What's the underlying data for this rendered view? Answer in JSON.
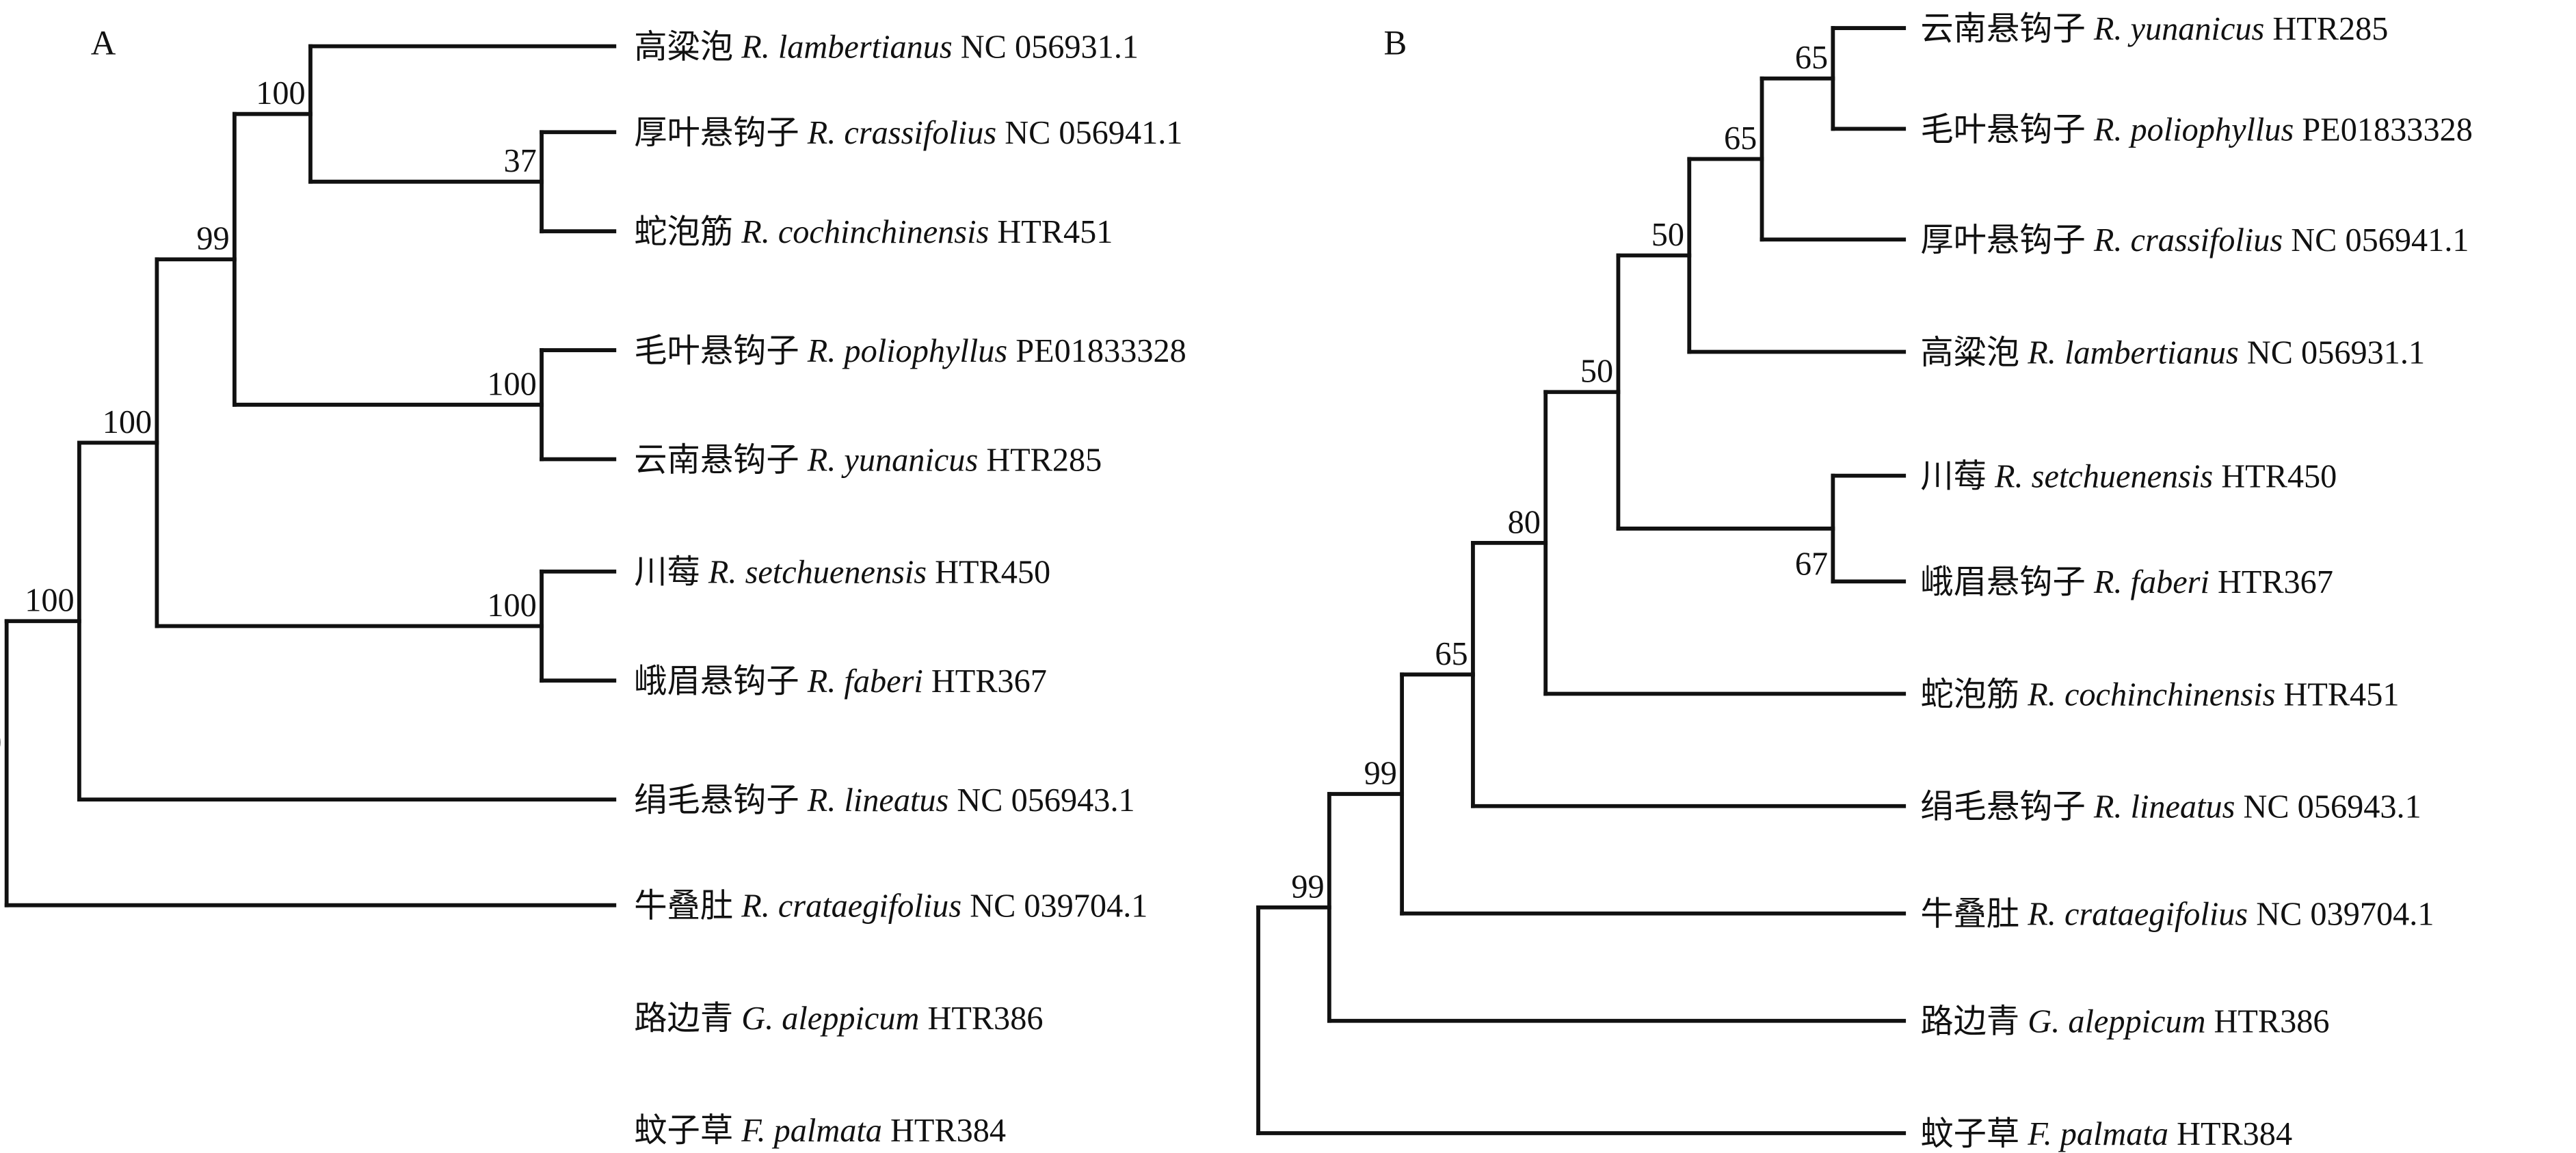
{
  "figure": {
    "line_color": "#111111",
    "panels": [
      {
        "letter": "A",
        "leaves": [
          {
            "cn": "高粱泡",
            "species": "R. lambertianus",
            "accession": "NC 056931.1"
          },
          {
            "cn": "厚叶悬钩子",
            "species": "R. crassifolius",
            "accession": "NC 056941.1"
          },
          {
            "cn": "蛇泡筋",
            "species": "R. cochinchinensis",
            "accession": "HTR451"
          },
          {
            "cn": "毛叶悬钩子",
            "species": "R. poliophyllus",
            "accession": "PE01833328"
          },
          {
            "cn": "云南悬钩子",
            "species": "R. yunanicus",
            "accession": "HTR285"
          },
          {
            "cn": "川莓",
            "species": "R. setchuenensis",
            "accession": "HTR450"
          },
          {
            "cn": "峨眉悬钩子",
            "species": "R. faberi",
            "accession": "HTR367"
          },
          {
            "cn": "绢毛悬钩子",
            "species": "R. lineatus",
            "accession": "NC 056943.1"
          },
          {
            "cn": "牛叠肚",
            "species": "R. crataegifolius",
            "accession": "NC 039704.1"
          },
          {
            "cn": "路边青",
            "species": "G. aleppicum",
            "accession": "HTR386"
          },
          {
            "cn": "蚊子草",
            "species": "F. palmata",
            "accession": "HTR384"
          }
        ],
        "tree": {
          "support": "100",
          "level": 0,
          "children": [
            {
              "support": "100",
              "level": 1,
              "children": [
                {
                  "support": "100",
                  "level": 2,
                  "children": [
                    {
                      "support": "99",
                      "level": 3,
                      "children": [
                        {
                          "support": "100",
                          "level": 4,
                          "children": [
                            {
                              "leaf": 0
                            },
                            {
                              "support": "37",
                              "level": 6,
                              "children": [
                                {
                                  "leaf": 1
                                },
                                {
                                  "leaf": 2
                                }
                              ]
                            }
                          ]
                        },
                        {
                          "support": "100",
                          "level": 6,
                          "children": [
                            {
                              "leaf": 3
                            },
                            {
                              "leaf": 4
                            }
                          ]
                        }
                      ]
                    },
                    {
                      "support": "100",
                      "level": 6,
                      "children": [
                        {
                          "leaf": 5
                        },
                        {
                          "leaf": 6
                        }
                      ]
                    }
                  ]
                },
                {
                  "leaf": 7
                }
              ]
            },
            {
              "leaf": 8
            }
          ]
        }
      },
      {
        "letter": "B",
        "leaves": [
          {
            "cn": "云南悬钩子",
            "species": "R. yunanicus",
            "accession": "HTR285"
          },
          {
            "cn": "毛叶悬钩子",
            "species": "R. poliophyllus",
            "accession": "PE01833328"
          },
          {
            "cn": "厚叶悬钩子",
            "species": "R. crassifolius",
            "accession": "NC 056941.1"
          },
          {
            "cn": "高粱泡",
            "species": "R. lambertianus",
            "accession": "NC 056931.1"
          },
          {
            "cn": "川莓",
            "species": "R. setchuenensis",
            "accession": "HTR450"
          },
          {
            "cn": "峨眉悬钩子",
            "species": "R. faberi",
            "accession": "HTR367"
          },
          {
            "cn": "蛇泡筋",
            "species": "R. cochinchinensis",
            "accession": "HTR451"
          },
          {
            "cn": "绢毛悬钩子",
            "species": "R. lineatus",
            "accession": "NC 056943.1"
          },
          {
            "cn": "牛叠肚",
            "species": "R. crataegifolius",
            "accession": "NC 039704.1"
          },
          {
            "cn": "路边青",
            "species": "G. aleppicum",
            "accession": "HTR386"
          },
          {
            "cn": "蚊子草",
            "species": "F. palmata",
            "accession": "HTR384"
          }
        ],
        "tree": {
          "support": "",
          "level": 0,
          "children": [
            {
              "support": "99",
              "level": 1,
              "children": [
                {
                  "support": "99",
                  "level": 2,
                  "children": [
                    {
                      "support": "65",
                      "level": 3,
                      "children": [
                        {
                          "support": "80",
                          "level": 4,
                          "children": [
                            {
                              "support": "50",
                              "level": 5,
                              "children": [
                                {
                                  "support": "50",
                                  "level": 6,
                                  "children": [
                                    {
                                      "support": "65",
                                      "level": 7,
                                      "children": [
                                        {
                                          "support": "65",
                                          "level": 8,
                                          "children": [
                                            {
                                              "leaf": 0
                                            },
                                            {
                                              "leaf": 1
                                            }
                                          ]
                                        },
                                        {
                                          "leaf": 2
                                        }
                                      ]
                                    },
                                    {
                                      "leaf": 3
                                    }
                                  ]
                                },
                                {
                                  "support": "67",
                                  "support_position": "below",
                                  "level": 8,
                                  "children": [
                                    {
                                      "leaf": 4
                                    },
                                    {
                                      "leaf": 5
                                    }
                                  ]
                                }
                              ]
                            },
                            {
                              "leaf": 6
                            }
                          ]
                        },
                        {
                          "leaf": 7
                        }
                      ]
                    },
                    {
                      "leaf": 8
                    }
                  ]
                },
                {
                  "leaf": 9
                }
              ]
            },
            {
              "leaf": 10
            }
          ]
        }
      }
    ]
  }
}
